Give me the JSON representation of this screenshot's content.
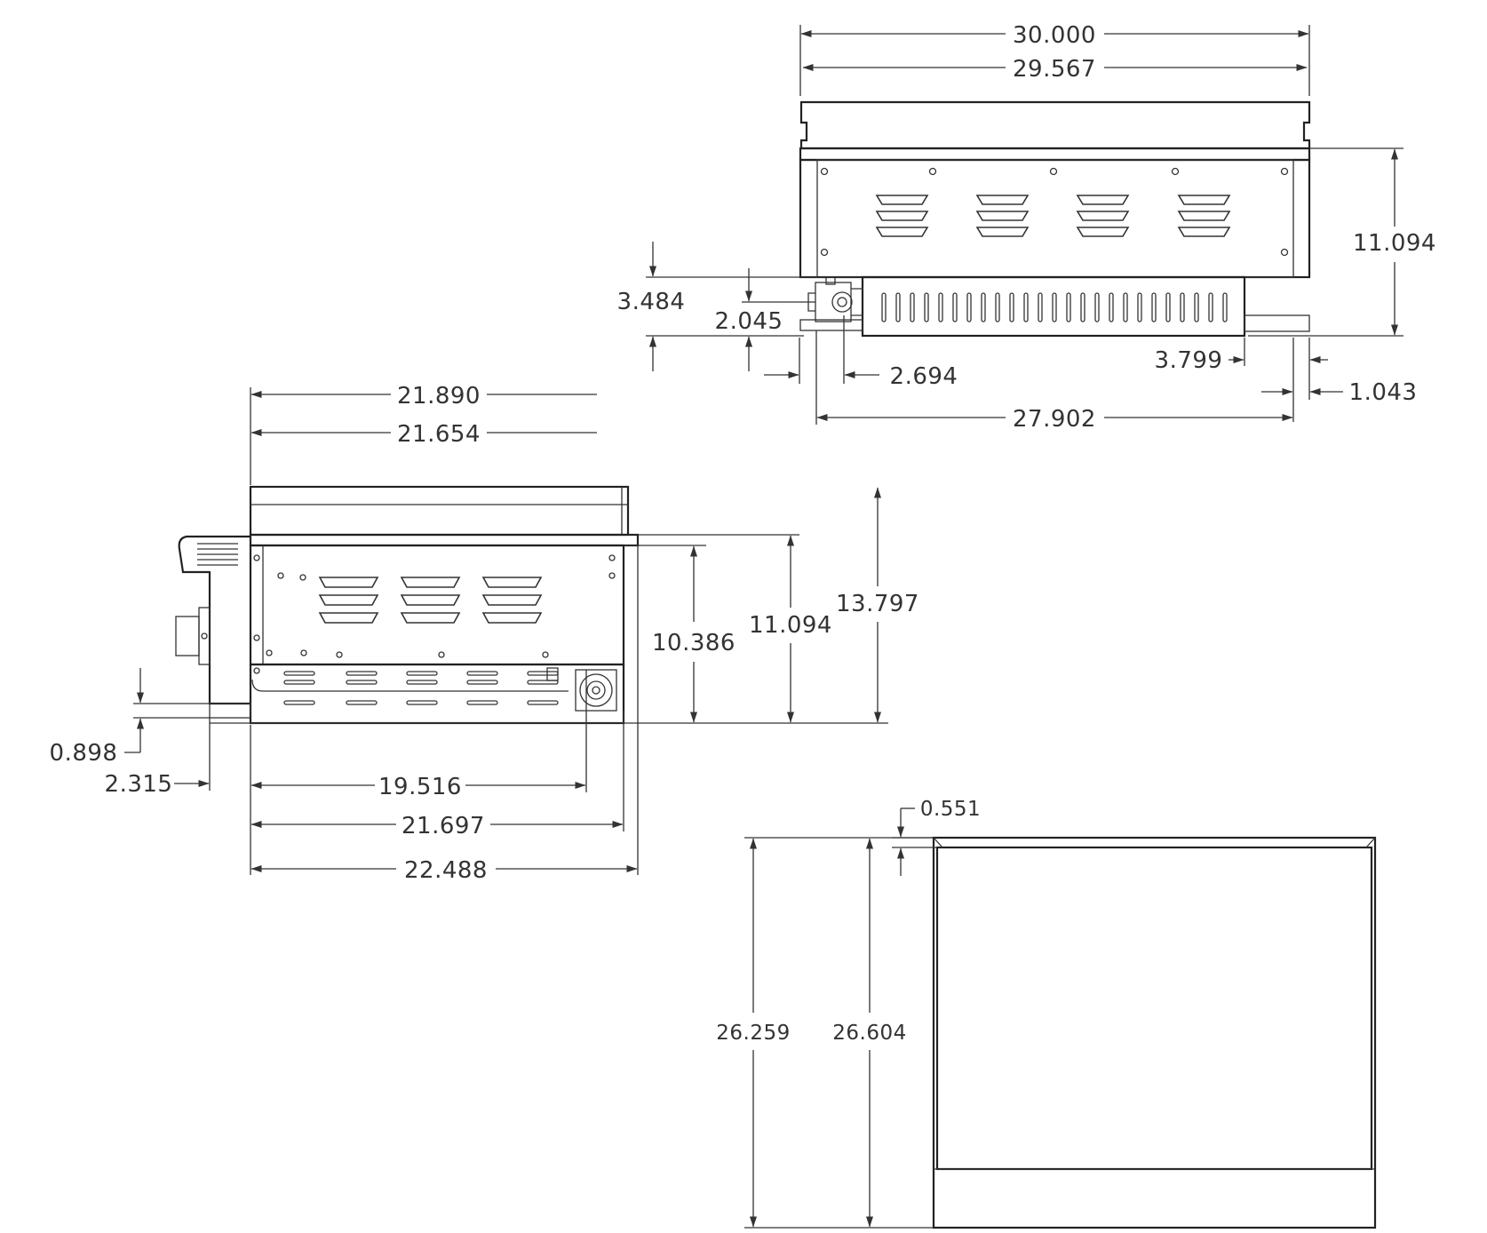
{
  "drawing": {
    "colors": {
      "line": "#222222",
      "text": "#333333",
      "background": "#ffffff"
    },
    "front_view": {
      "overall_width": "30.000",
      "top_width": "29.567",
      "height": "11.094",
      "dim_3484": "3.484",
      "dim_2045": "2.045",
      "dim_2694": "2.694",
      "dim_3799": "3.799",
      "dim_1043": "1.043",
      "base_width": "27.902"
    },
    "side_view": {
      "top_depth": "21.890",
      "top_depth_inner": "21.654",
      "height_10386": "10.386",
      "height_11094": "11.094",
      "height_13797": "13.797",
      "dim_0898": "0.898",
      "dim_2315": "2.315",
      "depth_19516": "19.516",
      "depth_21697": "21.697",
      "depth_22488": "22.488"
    },
    "top_view": {
      "dim_0551": "0.551",
      "depth_26259": "26.259",
      "depth_26604": "26.604"
    }
  }
}
